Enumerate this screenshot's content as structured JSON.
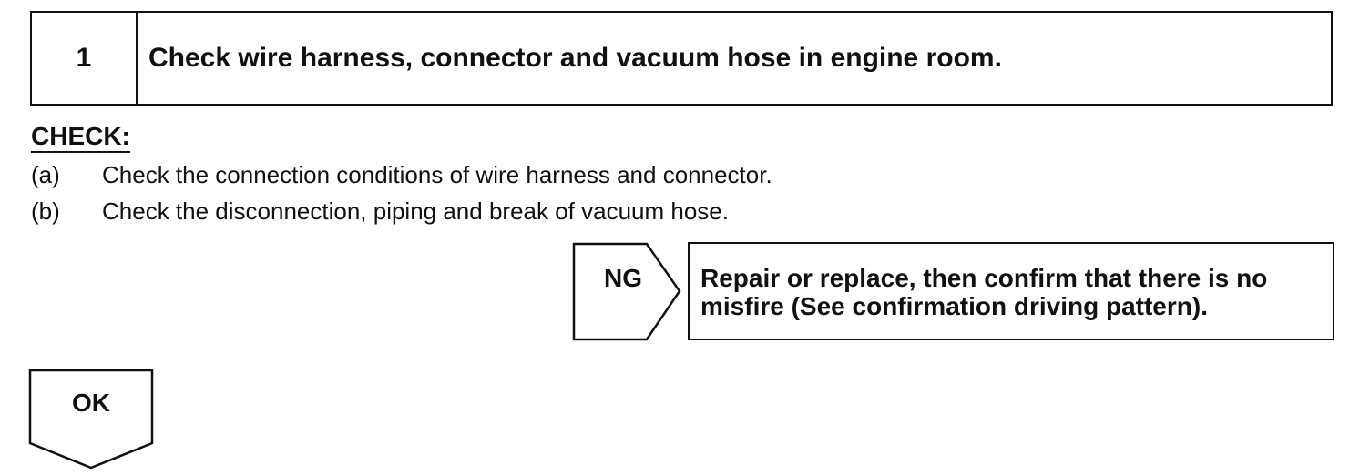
{
  "step": {
    "number": "1",
    "title": "Check wire harness, connector and vacuum hose in engine room."
  },
  "check": {
    "heading": "CHECK:",
    "items": [
      {
        "marker": "(a)",
        "text": "Check the connection conditions of wire harness and connector."
      },
      {
        "marker": "(b)",
        "text": "Check the disconnection, piping and break of vacuum hose."
      }
    ]
  },
  "ng": {
    "label": "NG",
    "action_line1": "Repair or replace, then confirm that there is no",
    "action_line2": "misfire (See confirmation driving pattern)."
  },
  "ok": {
    "label": "OK"
  }
}
